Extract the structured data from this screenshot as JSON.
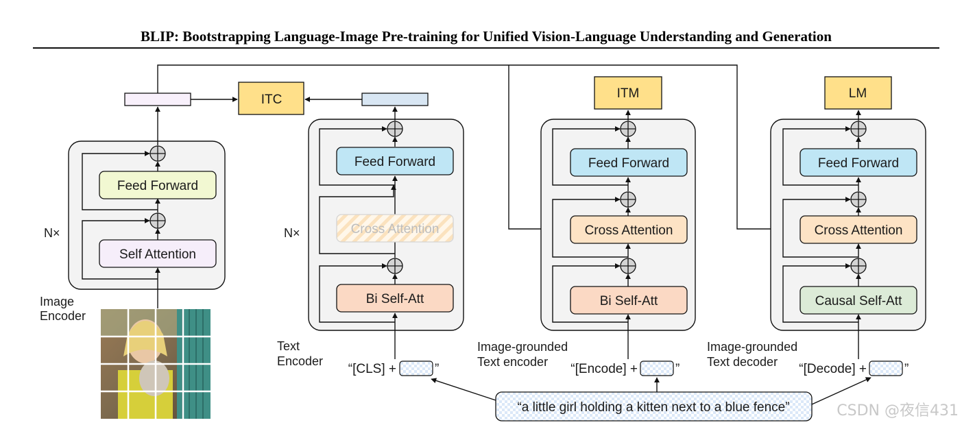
{
  "title": "BLIP: Bootstrapping Language-Image Pre-training for Unified Vision-Language Understanding and Generation",
  "image_encoder": {
    "label_line1": "Image",
    "label_line2": "Encoder",
    "repeat": "N×",
    "self_attention": "Self Attention",
    "feed_forward": "Feed Forward"
  },
  "text_encoder": {
    "label_line1": "Text",
    "label_line2": "Encoder",
    "repeat": "N×",
    "bi_self_att": "Bi Self-Att",
    "cross_attention": "Cross Attention",
    "feed_forward": "Feed Forward",
    "input_open": "“[CLS] +",
    "input_close": "”"
  },
  "grounded_encoder": {
    "label_line1": "Image-grounded",
    "label_line2": "Text encoder",
    "bi_self_att": "Bi Self-Att",
    "cross_attention": "Cross Attention",
    "feed_forward": "Feed Forward",
    "input_open": "“[Encode] +",
    "input_close": "”"
  },
  "grounded_decoder": {
    "label_line1": "Image-grounded",
    "label_line2": "Text decoder",
    "causal_self_att": "Causal Self-Att",
    "cross_attention": "Cross Attention",
    "feed_forward": "Feed Forward",
    "input_open": "“[Decode] +",
    "input_close": "”"
  },
  "heads": {
    "itc": "ITC",
    "itm": "ITM",
    "lm": "LM"
  },
  "caption": "“a little girl holding a kitten next to a blue fence”",
  "watermark": "CSDN @夜信431",
  "colors": {
    "head_yellow": "#ffe08a",
    "feed_forward_image": "#f2f8d2",
    "feed_forward_text": "#bfe6f5",
    "self_attention": "#f6eefa",
    "bi_self_att": "#fbd9c4",
    "cross_attention": "#fde3c5",
    "causal_self_att": "#dcebd7",
    "module_bg": "#f3f3f3"
  }
}
